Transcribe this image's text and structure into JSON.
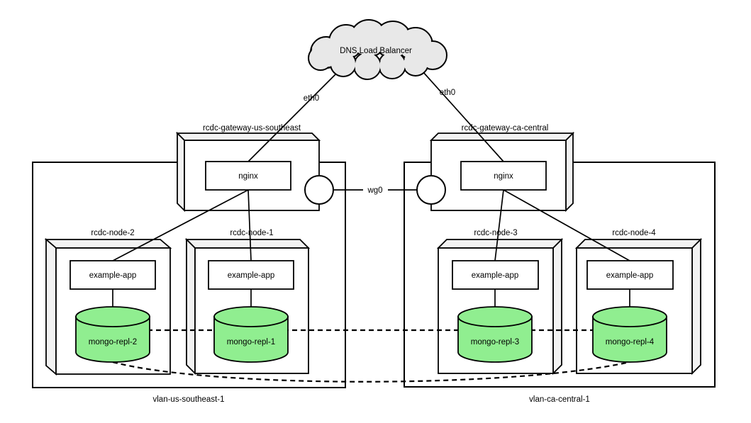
{
  "diagram": {
    "cloud": {
      "label": "DNS Load Balancer"
    },
    "gateways": [
      {
        "name": "rcdc-gateway-us-southeast",
        "service": "nginx",
        "iface": "eth0"
      },
      {
        "name": "rcdc-gateway-ca-central",
        "service": "nginx",
        "iface": "eth0"
      }
    ],
    "tunnel": {
      "label": "wg0"
    },
    "vlans": [
      {
        "name": "vlan-us-southeast-1"
      },
      {
        "name": "vlan-ca-central-1"
      }
    ],
    "nodes": [
      {
        "name": "rcdc-node-2",
        "app": "example-app",
        "db": "mongo-repl-2"
      },
      {
        "name": "rcdc-node-1",
        "app": "example-app",
        "db": "mongo-repl-1"
      },
      {
        "name": "rcdc-node-3",
        "app": "example-app",
        "db": "mongo-repl-3"
      },
      {
        "name": "rcdc-node-4",
        "app": "example-app",
        "db": "mongo-repl-4"
      }
    ],
    "colors": {
      "cloud": "#e8e8e8",
      "bevel": "#f2f2f2",
      "nginx": "#a6d2f5",
      "app": "#9797ee",
      "db": "#90ee90",
      "stroke": "#000000"
    }
  }
}
